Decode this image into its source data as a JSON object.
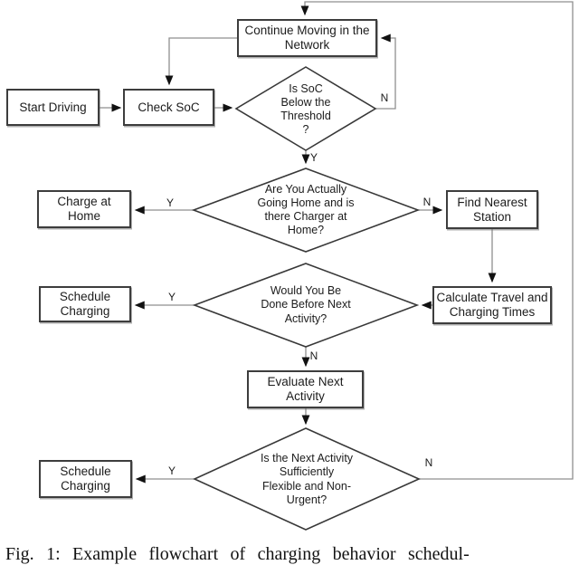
{
  "figure": {
    "caption": "Fig. 1: Example flowchart of charging behavior schedul-"
  },
  "labels": {
    "yes": "Y",
    "no": "N"
  },
  "nodes": {
    "continue_moving": "Continue Moving in the\nNetwork",
    "start_driving": "Start Driving",
    "check_soc": "Check SoC",
    "charge_at_home": "Charge at\nHome",
    "find_nearest_station": "Find Nearest\nStation",
    "schedule_charging_1": "Schedule\nCharging",
    "calculate_times": "Calculate Travel and\nCharging Times",
    "evaluate_next_activity": "Evaluate Next\nActivity",
    "schedule_charging_2": "Schedule\nCharging"
  },
  "decisions": {
    "soc_below_threshold": "Is SoC\nBelow the\nThreshold\n?",
    "going_home": "Are You Actually\nGoing Home and is\nthere Charger at\nHome?",
    "done_before_next": "Would You Be\nDone Before Next\nActivity?",
    "next_activity_flexible": "Is the Next Activity\nSufficiently\nFlexible and Non-\nUrgent?"
  },
  "colors": {
    "background": "#ffffff",
    "box_border": "#3d3d3d",
    "diamond_border": "#383838",
    "connector": "#8f8f8f",
    "arrowhead": "#111111",
    "text": "#1c1c1c"
  }
}
